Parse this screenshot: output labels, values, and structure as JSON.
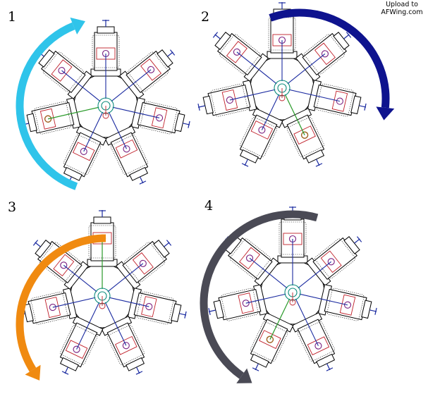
{
  "watermark": {
    "line1": "Upload to",
    "line2": "AFWing.com"
  },
  "panels": [
    {
      "number": "1",
      "arrow_color": "#2fc4ea",
      "direction": "clockwise"
    },
    {
      "number": "2",
      "arrow_color": "#0e138e",
      "direction": "clockwise"
    },
    {
      "number": "3",
      "arrow_color": "#f08a10",
      "direction": "counterclockwise"
    },
    {
      "number": "4",
      "arrow_color": "#4a4a55",
      "direction": "counterclockwise"
    }
  ]
}
